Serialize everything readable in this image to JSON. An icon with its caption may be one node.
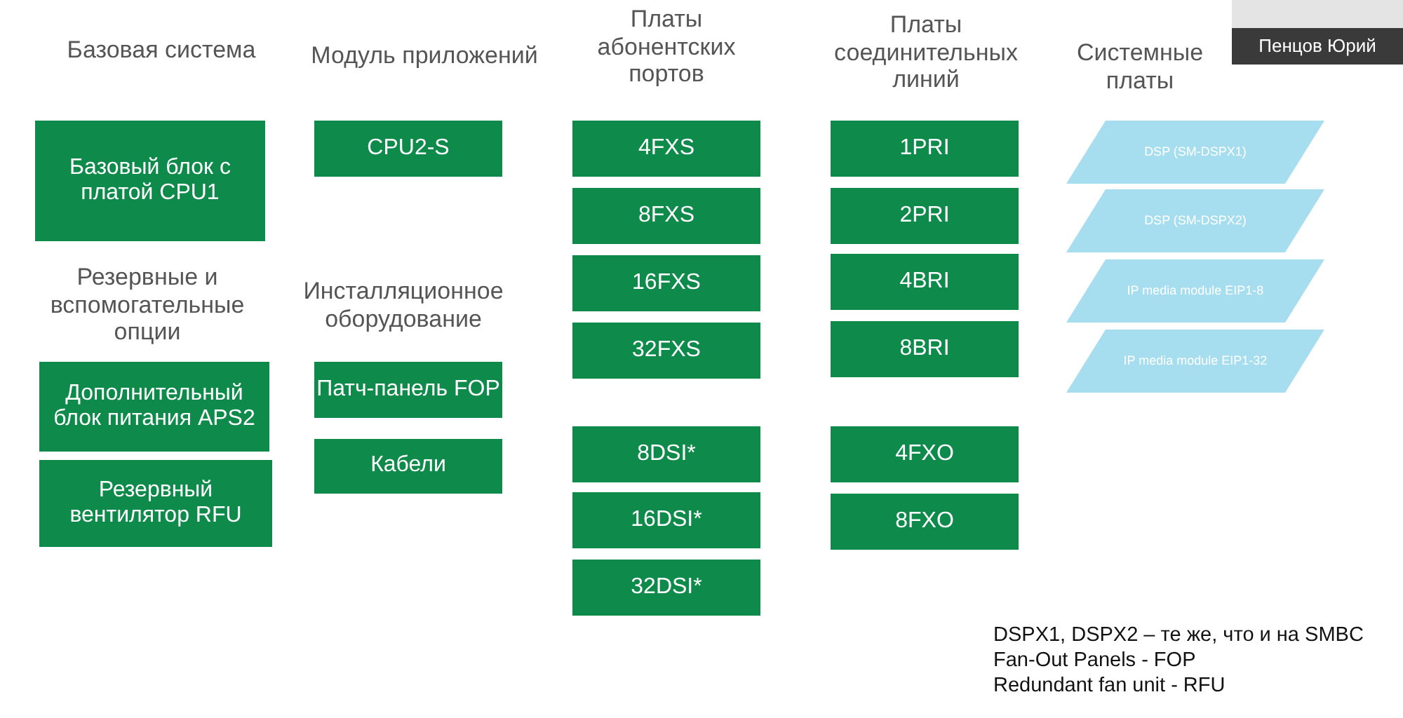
{
  "diagram": {
    "nodes": [
      {
        "text": [
          "Базовый блок с платой CPU1"
        ]
      },
      {
        "text": [
          "Дополнительный блок питания APS2"
        ]
      },
      {
        "text": [
          "Резервный вентилятор RFU"
        ]
      },
      {
        "text": [
          "CPU2-S"
        ]
      },
      {
        "text": [
          "Патч-панель FOP"
        ]
      },
      {
        "text": [
          "Кабели"
        ]
      },
      {
        "text": [
          "4FXS"
        ]
      },
      {
        "text": [
          "8FXS"
        ]
      },
      {
        "text": [
          "16FXS"
        ]
      },
      {
        "text": [
          "32FXS"
        ]
      },
      {
        "text": [
          "8DSI*"
        ]
      },
      {
        "text": [
          "16DSI*"
        ]
      },
      {
        "text": [
          "32DSI*"
        ]
      },
      {
        "text": [
          "1PRI"
        ]
      },
      {
        "text": [
          "2PRI"
        ]
      },
      {
        "text": [
          "4BRI"
        ]
      },
      {
        "text": [
          "8BRI"
        ]
      },
      {
        "text": [
          "4FXO"
        ]
      },
      {
        "text": [
          "8FXO"
        ]
      },
      {
        "text": [
          "DSP (SM-DSPX1)"
        ]
      },
      {
        "text": [
          "DSP (SM-DSPX2)"
        ]
      },
      {
        "text": [
          "IP media module EIP1-8"
        ]
      },
      {
        "text": [
          "IP media module EIP1-32"
        ]
      }
    ],
    "edges": [],
    "labels": [
      "Базовая система",
      "Модуль приложений",
      "Платы абонентских портов",
      "Платы соединительных линий",
      "Системные платы",
      "Пенцов Юрий",
      "Резервные и вспомогательные опции",
      "Инсталляционное оборудование",
      "DSPX1, DSPX2 – те же, что и на SMBC",
      "Fan-Out Panels - FOP",
      "Redundant fan unit - RFU"
    ]
  }
}
